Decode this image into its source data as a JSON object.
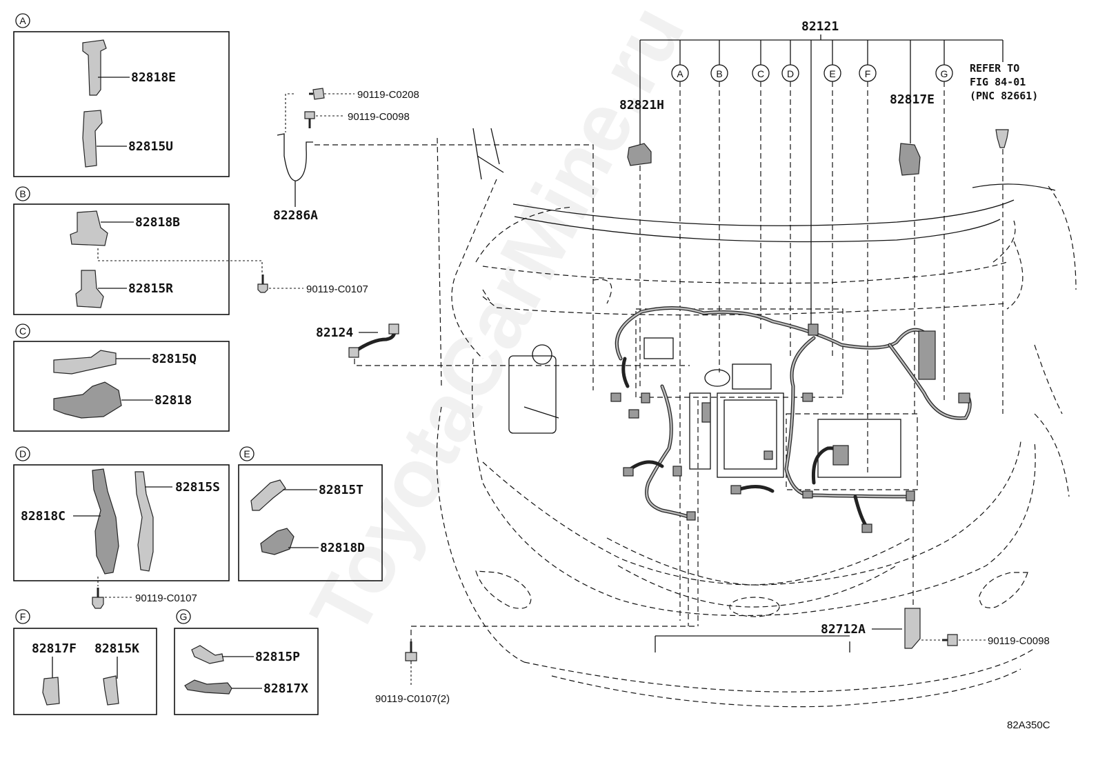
{
  "watermark": "ToyotaCarMine.ru",
  "diagram_code": "82A350C",
  "main_harness": "82121",
  "harness_branches": [
    "A",
    "B",
    "C",
    "D",
    "E",
    "F",
    "G"
  ],
  "reference_note": {
    "line1": "REFER TO",
    "line2": "FIG 84-01",
    "line3": "(PNC 82661)"
  },
  "groups": [
    {
      "letter": "A",
      "parts": [
        "82818E",
        "82815U"
      ]
    },
    {
      "letter": "B",
      "parts": [
        "82818B",
        "82815R"
      ]
    },
    {
      "letter": "C",
      "parts": [
        "82815Q",
        "82818"
      ]
    },
    {
      "letter": "D",
      "parts": [
        "82815S",
        "82818C"
      ]
    },
    {
      "letter": "E",
      "parts": [
        "82815T",
        "82818D"
      ]
    },
    {
      "letter": "F",
      "parts": [
        "82817F",
        "82815K"
      ]
    },
    {
      "letter": "G",
      "parts": [
        "82815P",
        "82817X"
      ]
    }
  ],
  "part_labels": {
    "p82286A": "82286A",
    "p82124": "82124",
    "p82821H": "82821H",
    "p82817E": "82817E",
    "p82712A": "82712A"
  },
  "fasteners": {
    "b_c0208": "90119-C0208",
    "b_c0098_top": "90119-C0098",
    "b_c0107_b": "90119-C0107",
    "b_c0107_d": "90119-C0107",
    "b_c0107_2": "90119-C0107(2)",
    "b_c0098_right": "90119-C0098"
  }
}
